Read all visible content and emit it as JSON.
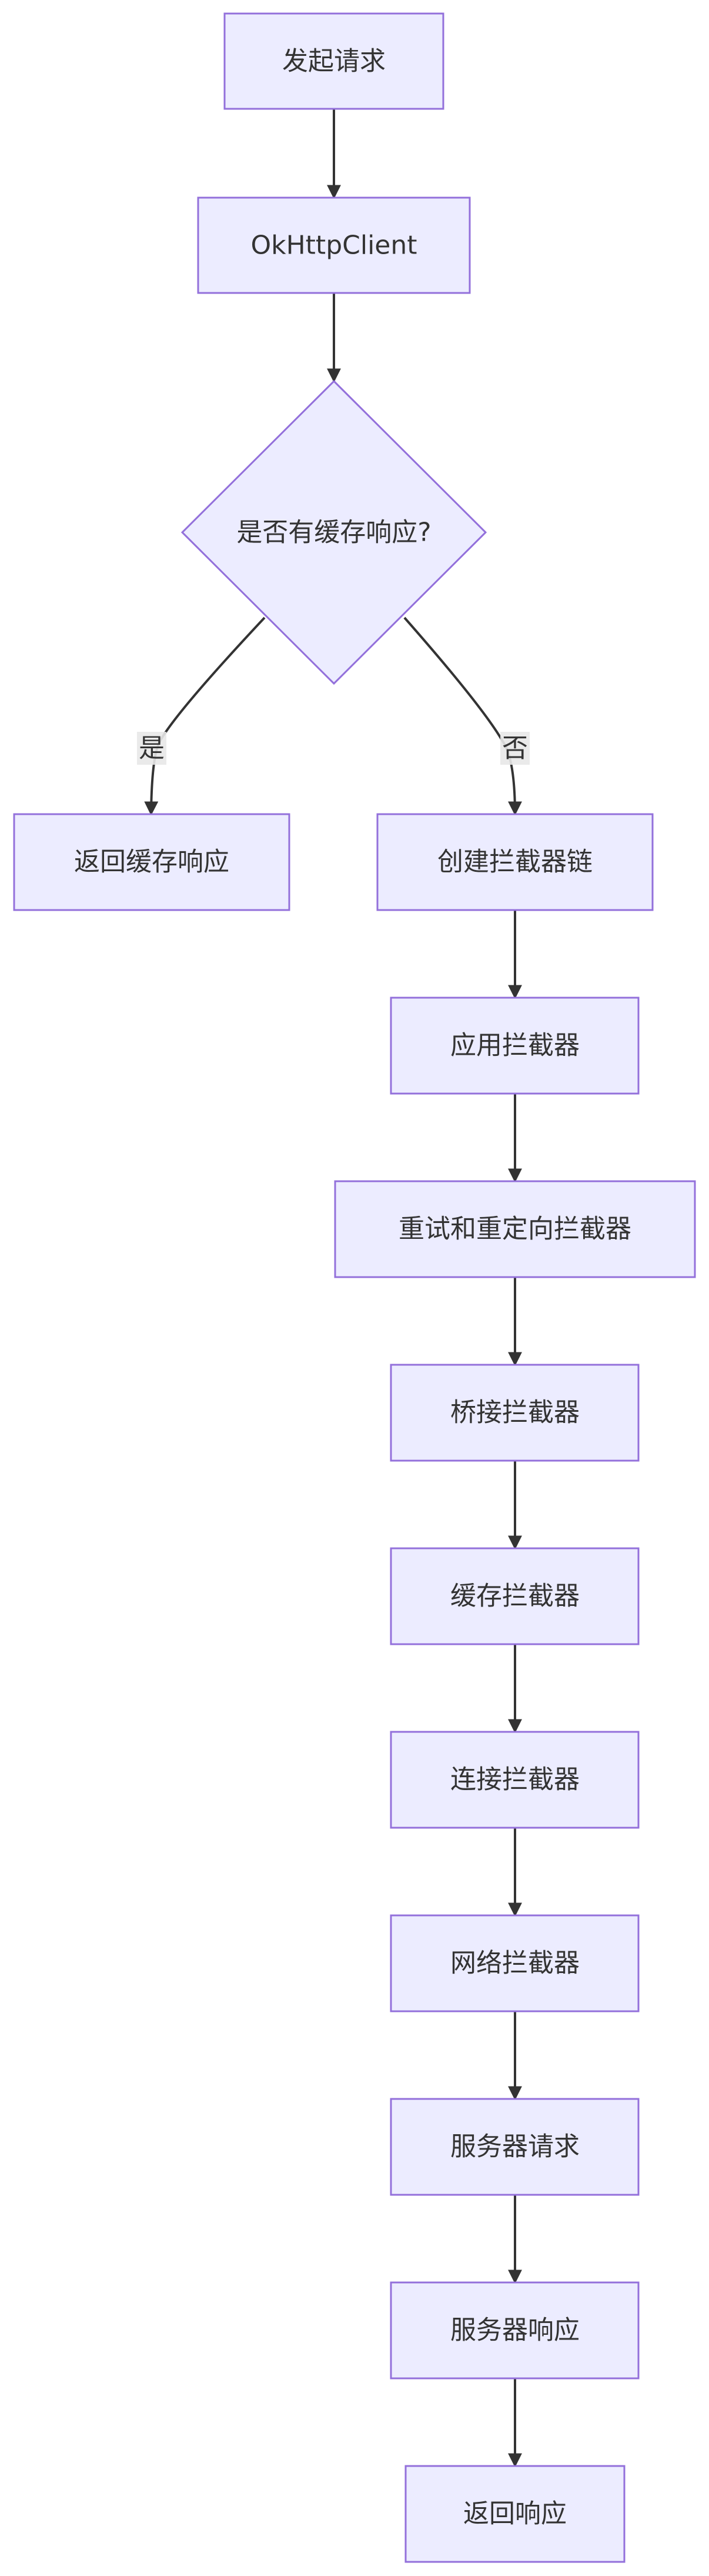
{
  "nodes": {
    "start": "发起请求",
    "client": "OkHttpClient",
    "decision": "是否有缓存响应?",
    "return_cache": "返回缓存响应",
    "create_chain": "创建拦截器链",
    "app_interceptor": "应用拦截器",
    "retry_interceptor": "重试和重定向拦截器",
    "bridge_interceptor": "桥接拦截器",
    "cache_interceptor": "缓存拦截器",
    "connect_interceptor": "连接拦截器",
    "network_interceptor": "网络拦截器",
    "server_request": "服务器请求",
    "server_response": "服务器响应",
    "return_response": "返回响应"
  },
  "edge_labels": {
    "yes": "是",
    "no": "否"
  },
  "colors": {
    "node_fill": "#ececff",
    "node_stroke": "#9370db",
    "edge": "#333333",
    "label_bg": "#e8e8e8"
  }
}
